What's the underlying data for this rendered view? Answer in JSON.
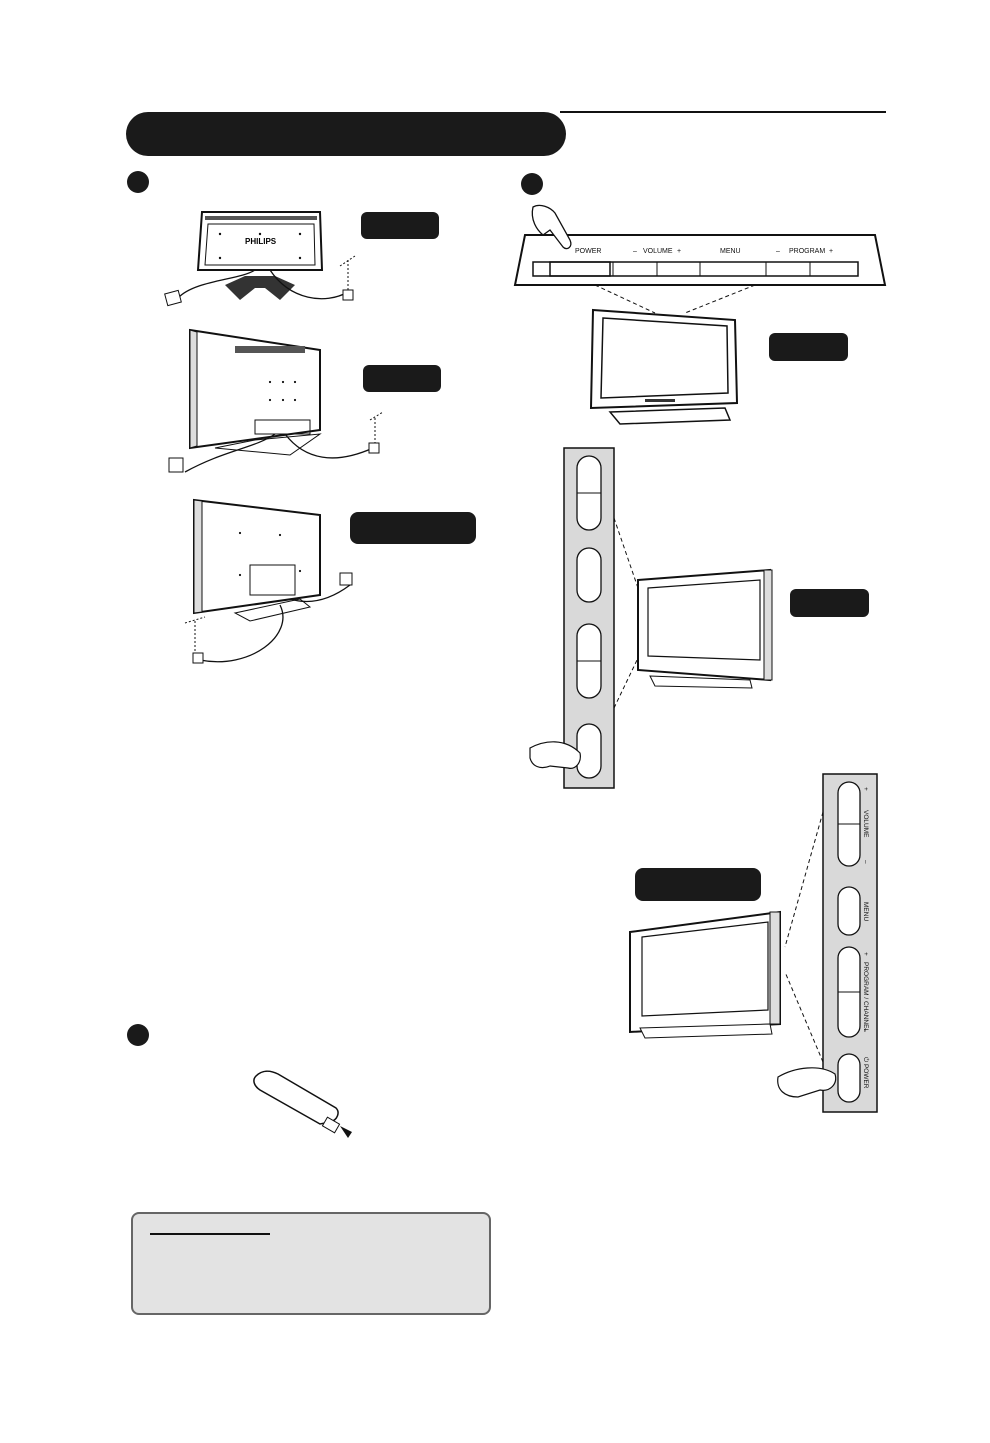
{
  "control_panel_top": {
    "power": "POWER",
    "volume_minus": "–",
    "volume": "VOLUME",
    "volume_plus": "+",
    "menu": "MENU",
    "program_minus": "–",
    "program": "PROGRAM",
    "program_plus": "+"
  },
  "tv_logo": "PHILIPS",
  "control_panel_side": {
    "volume_plus": "+",
    "volume": "VOLUME",
    "volume_minus": "–",
    "menu": "MENU",
    "program_plus": "+",
    "program_channel": "PROGRAM / CHANNEL",
    "program_minus": "–",
    "power": "⏻ POWER"
  }
}
